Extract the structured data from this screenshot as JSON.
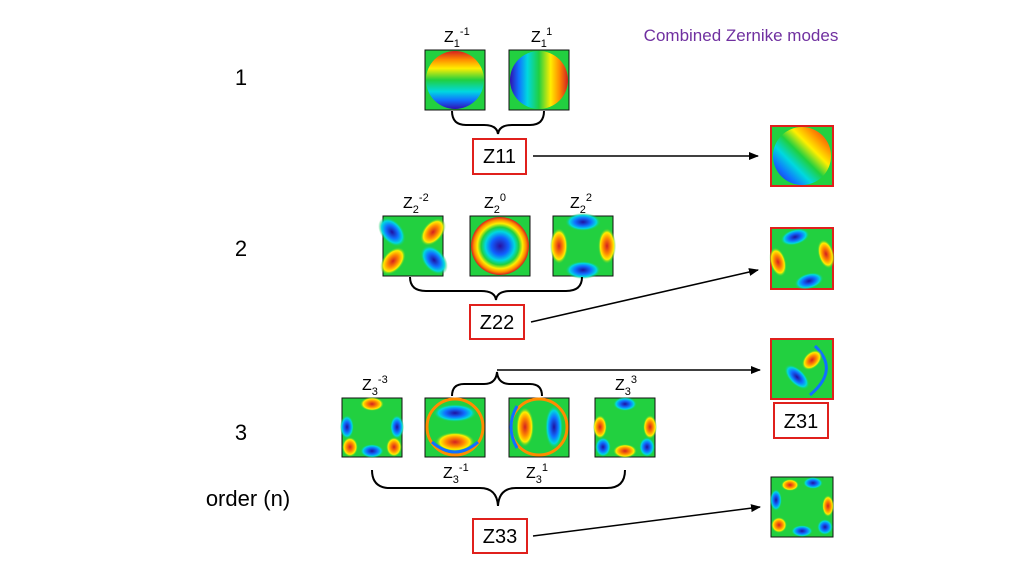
{
  "title": "Combined Zernike modes",
  "colors": {
    "title": "#7030a0",
    "box_border": "#e0201c",
    "tile_bg": "#22d040"
  },
  "axis_label": "order (n)",
  "orders": [
    {
      "n": "1",
      "modes": [
        {
          "base": "Z",
          "sub": "1",
          "sup": "-1"
        },
        {
          "base": "Z",
          "sub": "1",
          "sup": "1"
        }
      ],
      "combined_label": "Z11"
    },
    {
      "n": "2",
      "modes": [
        {
          "base": "Z",
          "sub": "2",
          "sup": "-2"
        },
        {
          "base": "Z",
          "sub": "2",
          "sup": "0"
        },
        {
          "base": "Z",
          "sub": "2",
          "sup": "2"
        }
      ],
      "combined_label": "Z22"
    },
    {
      "n": "3",
      "modes": [
        {
          "base": "Z",
          "sub": "3",
          "sup": "-3"
        },
        {
          "base": "Z",
          "sub": "3",
          "sup": "-1"
        },
        {
          "base": "Z",
          "sub": "3",
          "sup": "1"
        },
        {
          "base": "Z",
          "sub": "3",
          "sup": "3"
        }
      ],
      "combined_labels": [
        "Z31",
        "Z33"
      ]
    }
  ]
}
